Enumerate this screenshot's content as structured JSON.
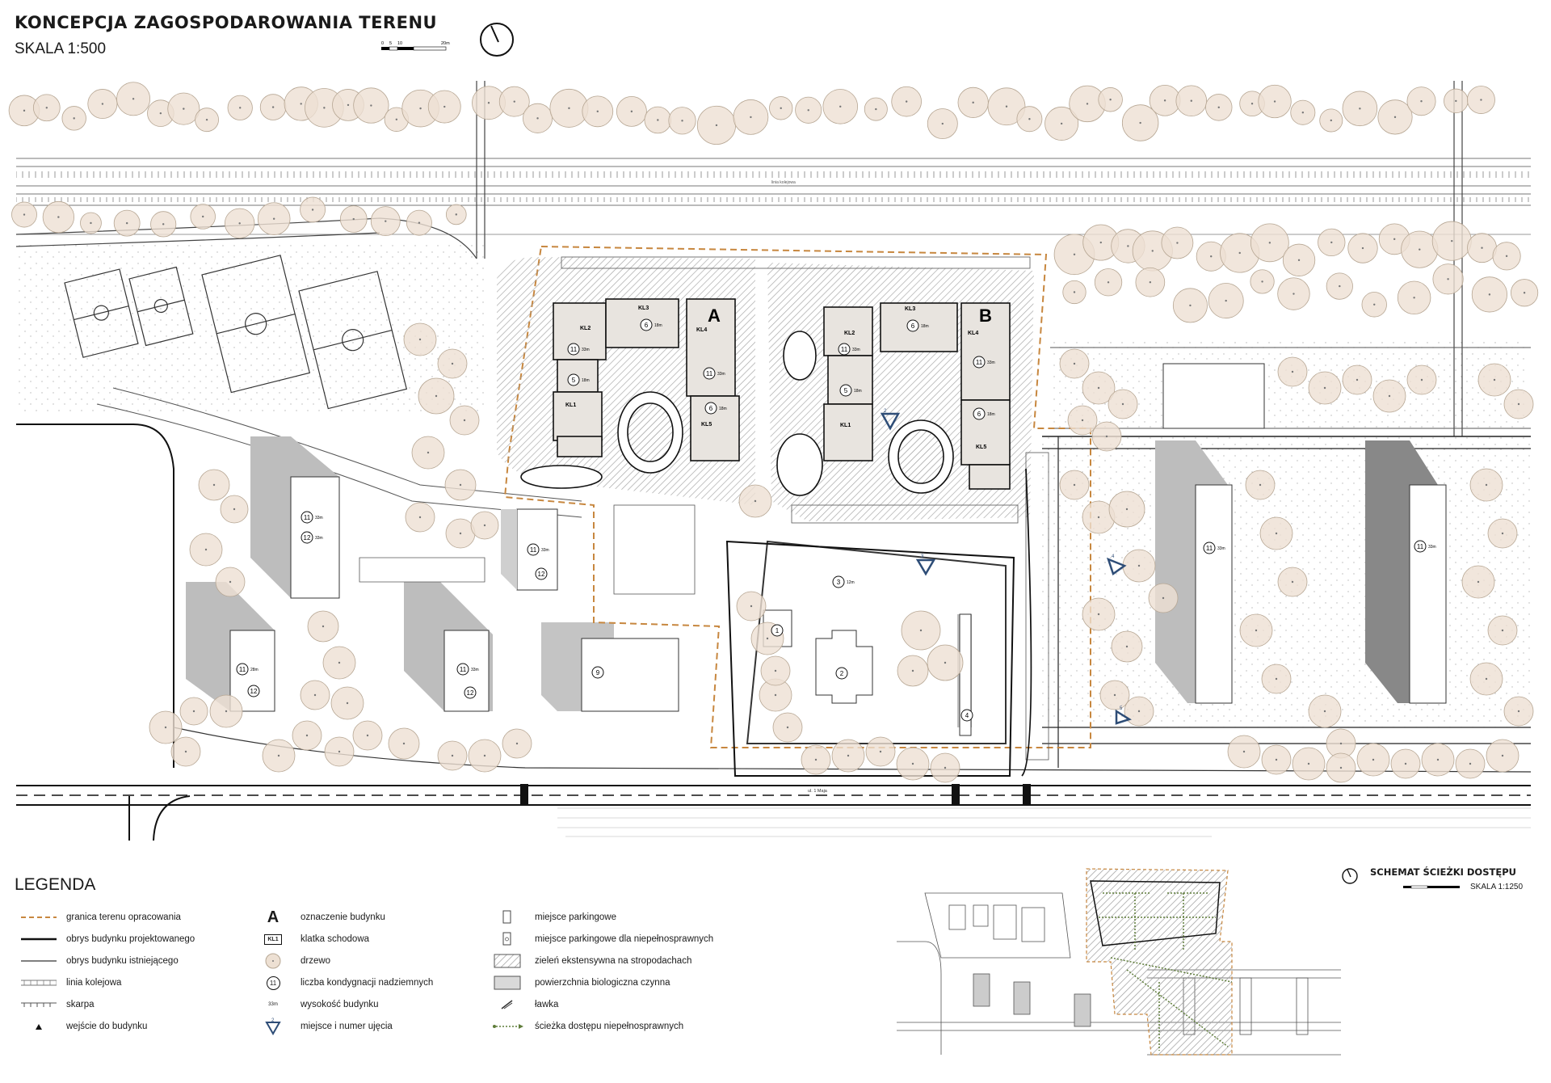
{
  "title": {
    "main": "KONCEPCJA ZAGOSPODAROWANIA TERENU",
    "scale": "SKALA 1:500"
  },
  "scalebar_ticks": [
    "0",
    "5",
    "10",
    "20m"
  ],
  "plan": {
    "building_letters": [
      "A",
      "B"
    ],
    "stair_labels": [
      "KL1",
      "KL2",
      "KL3",
      "KL4",
      "KL5"
    ],
    "street_labels": [
      "ul. 1 Maja",
      "linia kolejowa"
    ],
    "storeys": {
      "eleven": "11",
      "six": "6",
      "five": "5",
      "twelve": "12",
      "three": "3",
      "one": "1",
      "two": "2",
      "four": "4",
      "nine": "9"
    },
    "heights": {
      "h33": "33m",
      "h18": "18m",
      "h12": "12m",
      "h28": "28m"
    },
    "photo_points": [
      "1",
      "2",
      "3",
      "4",
      "5"
    ]
  },
  "legend": {
    "title": "LEGENDA",
    "col1": [
      {
        "symbol": "dashed-orange-line",
        "label": "granica terenu opracowania"
      },
      {
        "symbol": "thick-black-line",
        "label": "obrys budynku projektowanego"
      },
      {
        "symbol": "thin-black-line",
        "label": "obrys budynku istniejącego"
      },
      {
        "symbol": "rail-line",
        "label": "linia kolejowa"
      },
      {
        "symbol": "slope-line",
        "label": "skarpa"
      },
      {
        "symbol": "entrance-triangle",
        "label": "wejście do budynku"
      }
    ],
    "col2": [
      {
        "symbol": "letter-a",
        "glyph": "A",
        "label": "oznaczenie budynku"
      },
      {
        "symbol": "stair-box",
        "glyph": "KL1",
        "label": "klatka schodowa"
      },
      {
        "symbol": "tree-circle",
        "label": "drzewo"
      },
      {
        "symbol": "storey-circle",
        "glyph": "11",
        "label": "liczba kondygnacji nadziemnych"
      },
      {
        "symbol": "height-text",
        "glyph": "33m",
        "label": "wysokość budynku"
      },
      {
        "symbol": "photo-point",
        "glyph": "2",
        "label": "miejsce i numer ujęcia"
      }
    ],
    "col3": [
      {
        "symbol": "parking-box",
        "label": "miejsce parkingowe"
      },
      {
        "symbol": "parking-disabled",
        "label": "miejsce parkingowe dla niepełnosprawnych"
      },
      {
        "symbol": "green-roof-hatch",
        "label": "zieleń ekstensywna na stropodachach"
      },
      {
        "symbol": "bio-surface",
        "label": "powierzchnia biologiczna czynna"
      },
      {
        "symbol": "bench",
        "label": "ławka"
      },
      {
        "symbol": "green-dotted-path",
        "label": "ścieżka dostępu niepełnosprawnych"
      }
    ]
  },
  "schema": {
    "title": "SCHEMAT ŚCIEŻKI DOSTĘPU",
    "scale": "SKALA 1:1250"
  },
  "colors": {
    "tree_fill": "#ede0d3",
    "tree_stroke": "#b6a693",
    "boundary": "#c7873f",
    "building_grey": "#9b9b9b",
    "path_green": "#5f7d3a",
    "photo_blue": "#2e4d77"
  }
}
